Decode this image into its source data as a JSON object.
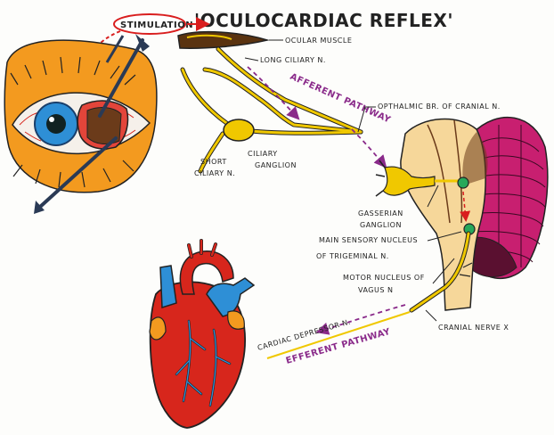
{
  "title": "'OCULOCARDIAC REFLEX'",
  "stimulation": "STIMULATION",
  "pathways": {
    "afferent": "AFFERENT PATHWAY",
    "efferent": "EFFERENT PATHWAY"
  },
  "labels": {
    "ocular_muscle": "OCULAR MUSCLE",
    "long_ciliary": "LONG CILIARY N.",
    "ophthalmic": "OPTHALMIC BR. OF CRANIAL N.",
    "short_ciliary_1": "SHORT",
    "short_ciliary_2": "CILIARY N.",
    "ciliary_ganglion_1": "CILIARY",
    "ciliary_ganglion_2": "GANGLION",
    "gasserian_1": "GASSERIAN",
    "gasserian_2": "GANGLION",
    "main_sensory_1": "MAIN SENSORY NUCLEUS",
    "main_sensory_2": "OF TRIGEMINAL N.",
    "motor_vagus_1": "MOTOR NUCLEUS OF",
    "motor_vagus_2": "VAGUS N",
    "cranial_nerve": "CRANIAL NERVE X",
    "cardiac_depressor": "CARDIAC DEPRESSOR N."
  },
  "colors": {
    "pathway": "#8a2a8a",
    "nerve": "#f0c800",
    "stimulation": "#d91e1e",
    "heart_red": "#d7261c",
    "heart_blue": "#2e8fd6",
    "brainstem": "#f6d79a",
    "cerebellum": "#c81f70"
  }
}
